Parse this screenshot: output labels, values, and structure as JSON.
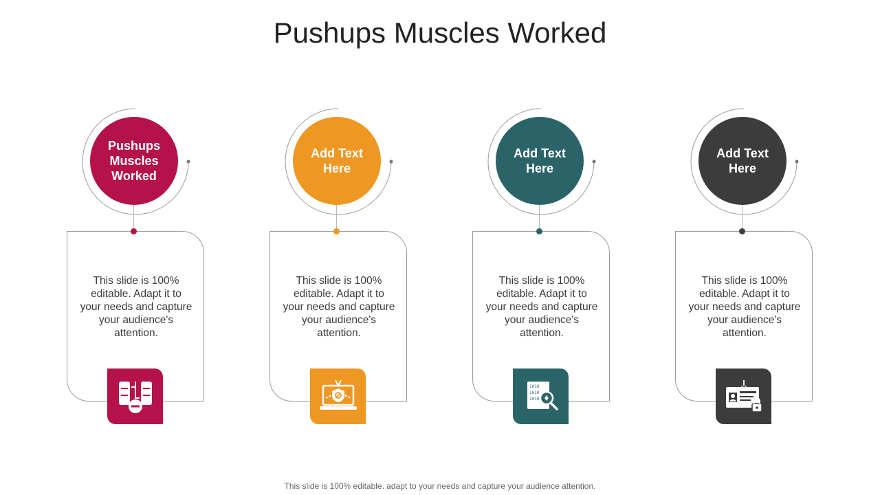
{
  "title": "Pushups Muscles Worked",
  "footer": "This slide is 100% editable. adapt to your needs and capture your audience attention.",
  "columns": [
    {
      "label": "Pushups Muscles Worked",
      "text": "This slide is 100% editable. Adapt it to your needs and capture your audience's attention.",
      "color": "#B5124B",
      "icon": "server-sync-minus-icon"
    },
    {
      "label": "Add Text Here",
      "text": "This slide is 100% editable. Adapt it to your needs and capture your audience's attention.",
      "color": "#EE9723",
      "icon": "laptop-security-shield-icon"
    },
    {
      "label": "Add Text Here",
      "text": "This slide is 100% editable. Adapt it to your needs and capture your audience's attention.",
      "color": "#2A6468",
      "icon": "binary-document-search-icon"
    },
    {
      "label": "Add Text Here",
      "text": "This slide is 100% editable. Adapt it to your needs and capture your audience's attention.",
      "color": "#3C3C3C",
      "icon": "id-card-lock-icon"
    }
  ]
}
